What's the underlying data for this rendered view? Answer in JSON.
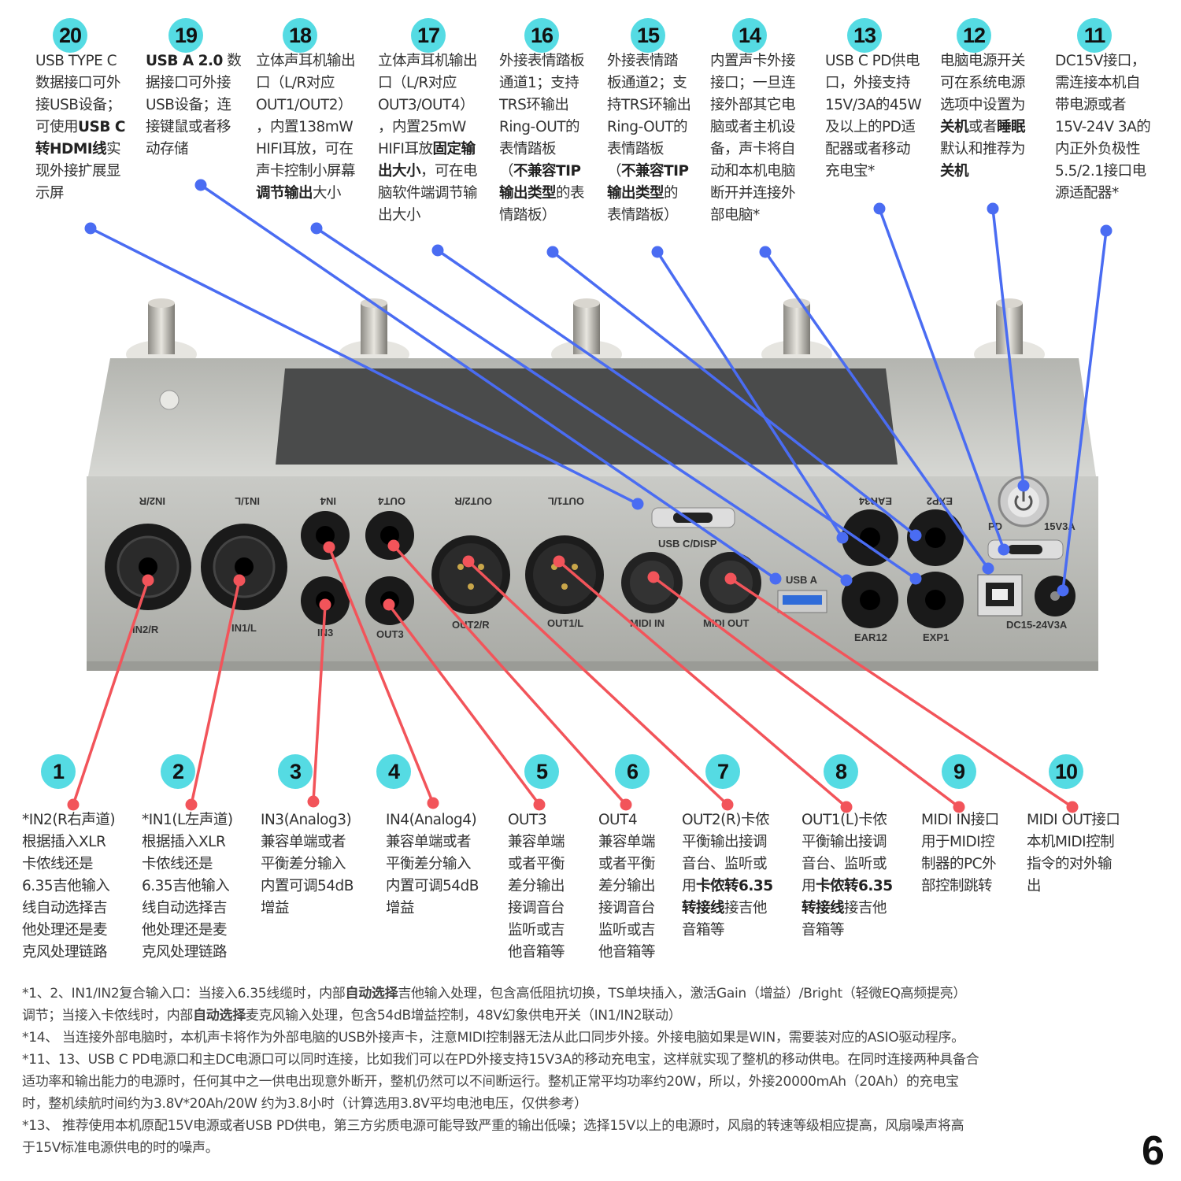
{
  "colors": {
    "badge": "#55dbe3",
    "top_line": "#4a6cf2",
    "bottom_line": "#f2545a",
    "body": "#b9bab5"
  },
  "top_callouts": [
    {
      "num": "20",
      "lines": [
        [
          {
            "t": "USB TYPE C"
          }
        ],
        [
          {
            "t": "数据接口可外"
          }
        ],
        [
          {
            "t": "接USB设备；"
          }
        ],
        [
          {
            "t": "可使用"
          },
          {
            "t": "USB C",
            "b": 1
          }
        ],
        [
          {
            "t": "转HDMI线",
            "b": 1
          },
          {
            "t": "实"
          }
        ],
        [
          {
            "t": "现外接扩展显"
          }
        ],
        [
          {
            "t": "示屏"
          }
        ]
      ]
    },
    {
      "num": "19",
      "lines": [
        [
          {
            "t": "USB A 2.0",
            "b": 1
          },
          {
            "t": " 数"
          }
        ],
        [
          {
            "t": "据接口可外接"
          }
        ],
        [
          {
            "t": "USB设备；连"
          }
        ],
        [
          {
            "t": "接键鼠或者移"
          }
        ],
        [
          {
            "t": "动存储"
          }
        ]
      ]
    },
    {
      "num": "18",
      "lines": [
        [
          {
            "t": "立体声耳机输出"
          }
        ],
        [
          {
            "t": "口（L/R对应"
          }
        ],
        [
          {
            "t": "OUT1/OUT2）"
          }
        ],
        [
          {
            "t": "，内置138mW"
          }
        ],
        [
          {
            "t": "HIFI耳放，可在"
          }
        ],
        [
          {
            "t": "声卡控制小屏幕"
          }
        ],
        [
          {
            "t": "调节输出",
            "b": 1
          },
          {
            "t": "大小"
          }
        ]
      ]
    },
    {
      "num": "17",
      "lines": [
        [
          {
            "t": "立体声耳机输出"
          }
        ],
        [
          {
            "t": "口（L/R对应"
          }
        ],
        [
          {
            "t": "OUT3/OUT4）"
          }
        ],
        [
          {
            "t": "，内置25mW"
          }
        ],
        [
          {
            "t": "HIFI耳放"
          },
          {
            "t": "固定输",
            "b": 1
          }
        ],
        [
          {
            "t": "出大小",
            "b": 1
          },
          {
            "t": "，可在电"
          }
        ],
        [
          {
            "t": "脑软件端调节输"
          }
        ],
        [
          {
            "t": "出大小"
          }
        ]
      ]
    },
    {
      "num": "16",
      "lines": [
        [
          {
            "t": "外接表情踏板"
          }
        ],
        [
          {
            "t": "通道1；支持"
          }
        ],
        [
          {
            "t": "TRS环输出"
          }
        ],
        [
          {
            "t": "Ring-OUT的"
          }
        ],
        [
          {
            "t": "表情踏板"
          }
        ],
        [
          {
            "t": "（"
          },
          {
            "t": "不兼容TIP",
            "b": 1
          }
        ],
        [
          {
            "t": "输出类型",
            "b": 1
          },
          {
            "t": "的表"
          }
        ],
        [
          {
            "t": "情踏板）"
          }
        ]
      ]
    },
    {
      "num": "15",
      "lines": [
        [
          {
            "t": "外接表情踏"
          }
        ],
        [
          {
            "t": "板通道2；支"
          }
        ],
        [
          {
            "t": "持TRS环输出"
          }
        ],
        [
          {
            "t": "Ring-OUT的"
          }
        ],
        [
          {
            "t": "表情踏板"
          }
        ],
        [
          {
            "t": "（"
          },
          {
            "t": "不兼容TIP",
            "b": 1
          }
        ],
        [
          {
            "t": "输出类型",
            "b": 1
          },
          {
            "t": "的"
          }
        ],
        [
          {
            "t": "表情踏板）"
          }
        ]
      ]
    },
    {
      "num": "14",
      "lines": [
        [
          {
            "t": "内置声卡外接"
          }
        ],
        [
          {
            "t": "接口；一旦连"
          }
        ],
        [
          {
            "t": "接外部其它电"
          }
        ],
        [
          {
            "t": "脑或者主机设"
          }
        ],
        [
          {
            "t": "备，声卡将自"
          }
        ],
        [
          {
            "t": "动和本机电脑"
          }
        ],
        [
          {
            "t": "断开并连接外"
          }
        ],
        [
          {
            "t": "部电脑*"
          }
        ]
      ]
    },
    {
      "num": "13",
      "lines": [
        [
          {
            "t": "USB C PD供电"
          }
        ],
        [
          {
            "t": "口，外接支持"
          }
        ],
        [
          {
            "t": "15V/3A的45W"
          }
        ],
        [
          {
            "t": "及以上的PD适"
          }
        ],
        [
          {
            "t": "配器或者移动"
          }
        ],
        [
          {
            "t": "充电宝*"
          }
        ]
      ]
    },
    {
      "num": "12",
      "lines": [
        [
          {
            "t": "电脑电源开关"
          }
        ],
        [
          {
            "t": "可在系统电源"
          }
        ],
        [
          {
            "t": "选项中设置为"
          }
        ],
        [
          {
            "t": "关机",
            "b": 1
          },
          {
            "t": "或者"
          },
          {
            "t": "睡眠",
            "b": 1
          }
        ],
        [
          {
            "t": "默认和推荐为"
          }
        ],
        [
          {
            "t": "关机",
            "b": 1
          }
        ]
      ]
    },
    {
      "num": "11",
      "lines": [
        [
          {
            "t": "DC15V接口，"
          }
        ],
        [
          {
            "t": "需连接本机自"
          }
        ],
        [
          {
            "t": "带电源或者"
          }
        ],
        [
          {
            "t": "15V-24V 3A的"
          }
        ],
        [
          {
            "t": "内正外负极性"
          }
        ],
        [
          {
            "t": "5.5/2.1接口电"
          }
        ],
        [
          {
            "t": "源适配器*"
          }
        ]
      ]
    }
  ],
  "bottom_callouts": [
    {
      "num": "1",
      "lines": [
        [
          {
            "t": "*IN2(R右声道)"
          }
        ],
        [
          {
            "t": "根据插入XLR"
          }
        ],
        [
          {
            "t": "卡侬线还是"
          }
        ],
        [
          {
            "t": "6.35吉他输入"
          }
        ],
        [
          {
            "t": "线自动选择吉"
          }
        ],
        [
          {
            "t": "他处理还是麦"
          }
        ],
        [
          {
            "t": "克风处理链路"
          }
        ]
      ]
    },
    {
      "num": "2",
      "lines": [
        [
          {
            "t": "*IN1(L左声道)"
          }
        ],
        [
          {
            "t": "根据插入XLR"
          }
        ],
        [
          {
            "t": "卡侬线还是"
          }
        ],
        [
          {
            "t": "6.35吉他输入"
          }
        ],
        [
          {
            "t": "线自动选择吉"
          }
        ],
        [
          {
            "t": "他处理还是麦"
          }
        ],
        [
          {
            "t": "克风处理链路"
          }
        ]
      ]
    },
    {
      "num": "3",
      "lines": [
        [
          {
            "t": "IN3(Analog3)"
          }
        ],
        [
          {
            "t": "兼容单端或者"
          }
        ],
        [
          {
            "t": "平衡差分输入"
          }
        ],
        [
          {
            "t": "内置可调54dB"
          }
        ],
        [
          {
            "t": "增益"
          }
        ]
      ]
    },
    {
      "num": "4",
      "lines": [
        [
          {
            "t": "IN4(Analog4)"
          }
        ],
        [
          {
            "t": "兼容单端或者"
          }
        ],
        [
          {
            "t": "平衡差分输入"
          }
        ],
        [
          {
            "t": "内置可调54dB"
          }
        ],
        [
          {
            "t": "增益"
          }
        ]
      ]
    },
    {
      "num": "5",
      "lines": [
        [
          {
            "t": "OUT3"
          }
        ],
        [
          {
            "t": "兼容单端"
          }
        ],
        [
          {
            "t": "或者平衡"
          }
        ],
        [
          {
            "t": "差分输出"
          }
        ],
        [
          {
            "t": "接调音台"
          }
        ],
        [
          {
            "t": "监听或吉"
          }
        ],
        [
          {
            "t": "他音箱等"
          }
        ]
      ]
    },
    {
      "num": "6",
      "lines": [
        [
          {
            "t": "OUT4"
          }
        ],
        [
          {
            "t": "兼容单端"
          }
        ],
        [
          {
            "t": "或者平衡"
          }
        ],
        [
          {
            "t": "差分输出"
          }
        ],
        [
          {
            "t": "接调音台"
          }
        ],
        [
          {
            "t": "监听或吉"
          }
        ],
        [
          {
            "t": "他音箱等"
          }
        ]
      ]
    },
    {
      "num": "7",
      "lines": [
        [
          {
            "t": "OUT2(R)卡侬"
          }
        ],
        [
          {
            "t": "平衡输出接调"
          }
        ],
        [
          {
            "t": "音台、监听或"
          }
        ],
        [
          {
            "t": "用"
          },
          {
            "t": "卡侬转6.35",
            "b": 1
          }
        ],
        [
          {
            "t": "转接线",
            "b": 1
          },
          {
            "t": "接吉他"
          }
        ],
        [
          {
            "t": "音箱等"
          }
        ]
      ]
    },
    {
      "num": "8",
      "lines": [
        [
          {
            "t": "OUT1(L)卡侬"
          }
        ],
        [
          {
            "t": "平衡输出接调"
          }
        ],
        [
          {
            "t": "音台、监听或"
          }
        ],
        [
          {
            "t": "用"
          },
          {
            "t": "卡侬转6.35",
            "b": 1
          }
        ],
        [
          {
            "t": "转接线",
            "b": 1
          },
          {
            "t": "接吉他"
          }
        ],
        [
          {
            "t": "音箱等"
          }
        ]
      ]
    },
    {
      "num": "9",
      "lines": [
        [
          {
            "t": "MIDI IN接口"
          }
        ],
        [
          {
            "t": "用于MIDI控"
          }
        ],
        [
          {
            "t": "制器的PC外"
          }
        ],
        [
          {
            "t": "部控制跳转"
          }
        ]
      ]
    },
    {
      "num": "10",
      "lines": [
        [
          {
            "t": "MIDI OUT接口"
          }
        ],
        [
          {
            "t": "本机MIDI控制"
          }
        ],
        [
          {
            "t": "指令的对外输"
          }
        ],
        [
          {
            "t": "出"
          }
        ]
      ]
    }
  ],
  "device_labels": {
    "in2r_top": "IN2/R",
    "in1l_top": "IN1/L",
    "in4": "IN4",
    "out4": "OUT4",
    "out2r_top": "OUT2/R",
    "out1l_top": "OUT1/L",
    "ear34": "EAR34",
    "exp2": "EXP2",
    "usbc_disp": "USB C/DISP",
    "pd": "PD",
    "pd_rating": "15V3A",
    "in2r": "IN2/R",
    "in1l": "IN1/L",
    "in3": "IN3",
    "out3": "OUT3",
    "out2r": "OUT2/R",
    "out1l": "OUT1/L",
    "midi_in": "MIDI IN",
    "midi_out": "MIDI OUT",
    "usb_a": "USB A",
    "ear12": "EAR12",
    "exp1": "EXP1",
    "dc": "DC15-24V3A"
  },
  "notes": [
    [
      {
        "t": "*1、2、IN1/IN2复合输入口：当接入6.35线缆时，内部"
      },
      {
        "t": "自动选择",
        "b": 1
      },
      {
        "t": "吉他输入处理，包含高低阻抗切换，TS单块插入，激活Gain（增益）/Bright（轻微EQ高频提亮）"
      }
    ],
    [
      {
        "t": "调节；当接入卡侬线时，内部"
      },
      {
        "t": "自动选择",
        "b": 1
      },
      {
        "t": "麦克风输入处理，包含54dB增益控制，48V幻象供电开关（IN1/IN2联动）"
      }
    ],
    [
      {
        "t": "*14、 当连接外部电脑时，本机声卡将作为外部电脑的USB外接声卡，注意MIDI控制器无法从此口同步外接。外接电脑如果是WIN，需要装对应的ASIO驱动程序。"
      }
    ],
    [
      {
        "t": "*11、13、USB C PD电源口和主DC电源口可以同时连接，比如我们可以在PD外接支持15V3A的移动充电宝，这样就实现了整机的移动供电。在同时连接两种具备合"
      }
    ],
    [
      {
        "t": "适功率和输出能力的电源时，任何其中之一供电出现意外断开，整机仍然可以不间断运行。整机正常平均功率约20W，所以，外接20000mAh（20Ah）的充电宝"
      }
    ],
    [
      {
        "t": "时，整机续航时间约为3.8V*20Ah/20W 约为3.8小时（计算选用3.8V平均电池电压，仅供参考）"
      }
    ],
    [
      {
        "t": "*13、 推荐使用本机原配15V电源或者USB PD供电，第三方劣质电源可能导致严重的输出低噪；选择15V以上的电源时，风扇的转速等级相应提高，风扇噪声将高"
      }
    ],
    [
      {
        "t": "于15V标准电源供电的时的噪声。"
      }
    ]
  ],
  "page_number": "6"
}
